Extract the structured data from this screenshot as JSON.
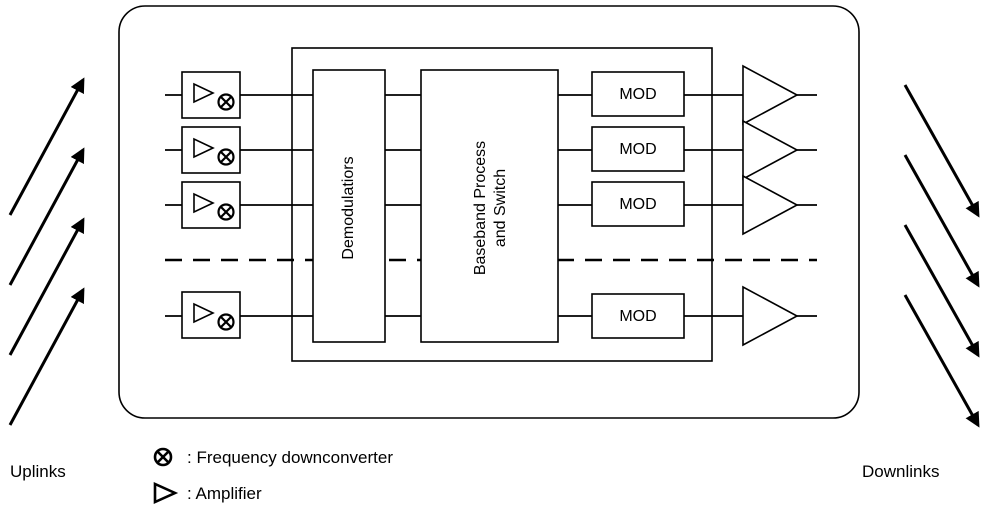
{
  "labels": {
    "demodulators": "Demodulatiors",
    "baseband_line1": "Baseband Process",
    "baseband_line2": "and Switch",
    "mod": "MOD",
    "uplinks": "Uplinks",
    "downlinks": "Downlinks"
  },
  "legend": {
    "downconverter_symbol": "⊗",
    "downconverter_text": ": Frequency downconverter",
    "amplifier_symbol": "▷",
    "amplifier_text": ": Amplifier"
  },
  "counts": {
    "channels_shown": 4,
    "uplink_arrows": 4,
    "downlink_arrows": 4
  },
  "colors": {
    "stroke": "#000000",
    "background": "#ffffff"
  }
}
